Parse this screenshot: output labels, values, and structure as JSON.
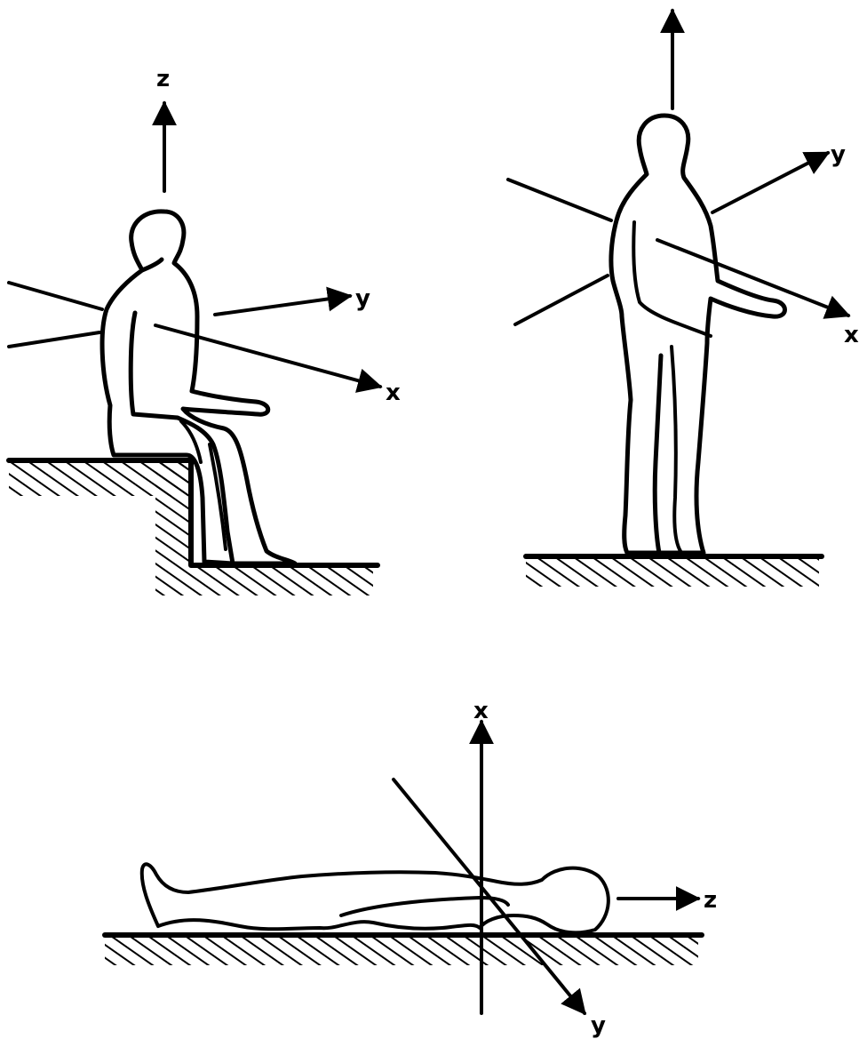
{
  "figure": {
    "colors": {
      "ink": "#000000",
      "background": "#ffffff"
    },
    "panels": [
      {
        "id": "seated",
        "axes": {
          "z": "z",
          "y": "y",
          "x": "x"
        }
      },
      {
        "id": "standing",
        "axes": {
          "y": "y",
          "x": "x"
        }
      },
      {
        "id": "recumbent",
        "axes": {
          "x": "x",
          "z": "z",
          "y": "y"
        }
      }
    ]
  }
}
